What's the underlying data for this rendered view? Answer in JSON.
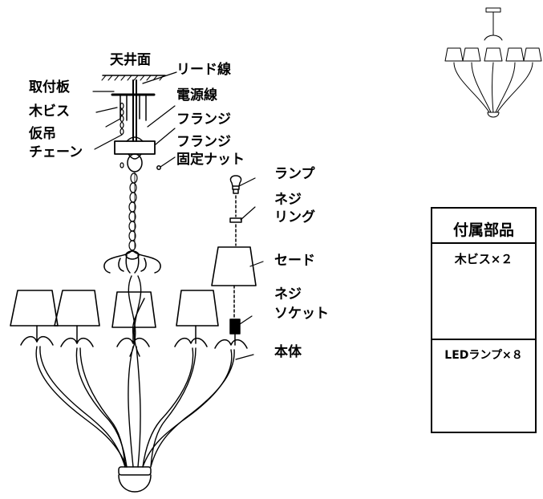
{
  "labels": {
    "ceiling": "天井面",
    "lead_wire": "リード線",
    "mount_plate": "取付板",
    "wood_screw": "木ビス",
    "power_wire": "電源線",
    "temp_chain_1": "仮吊",
    "temp_chain_2": "チェーン",
    "flange": "フランジ",
    "flange_nut_1": "フランジ",
    "flange_nut_2": "固定ナット",
    "lamp": "ランプ",
    "ring_1": "ネジ",
    "ring_2": "リング",
    "shade": "セード",
    "socket_1": "ネジ",
    "socket_2": "ソケット",
    "body": "本体"
  },
  "parts_panel": {
    "title": "付属部品",
    "item1": "木ビス×２",
    "item2": "LEDランプ×８"
  }
}
